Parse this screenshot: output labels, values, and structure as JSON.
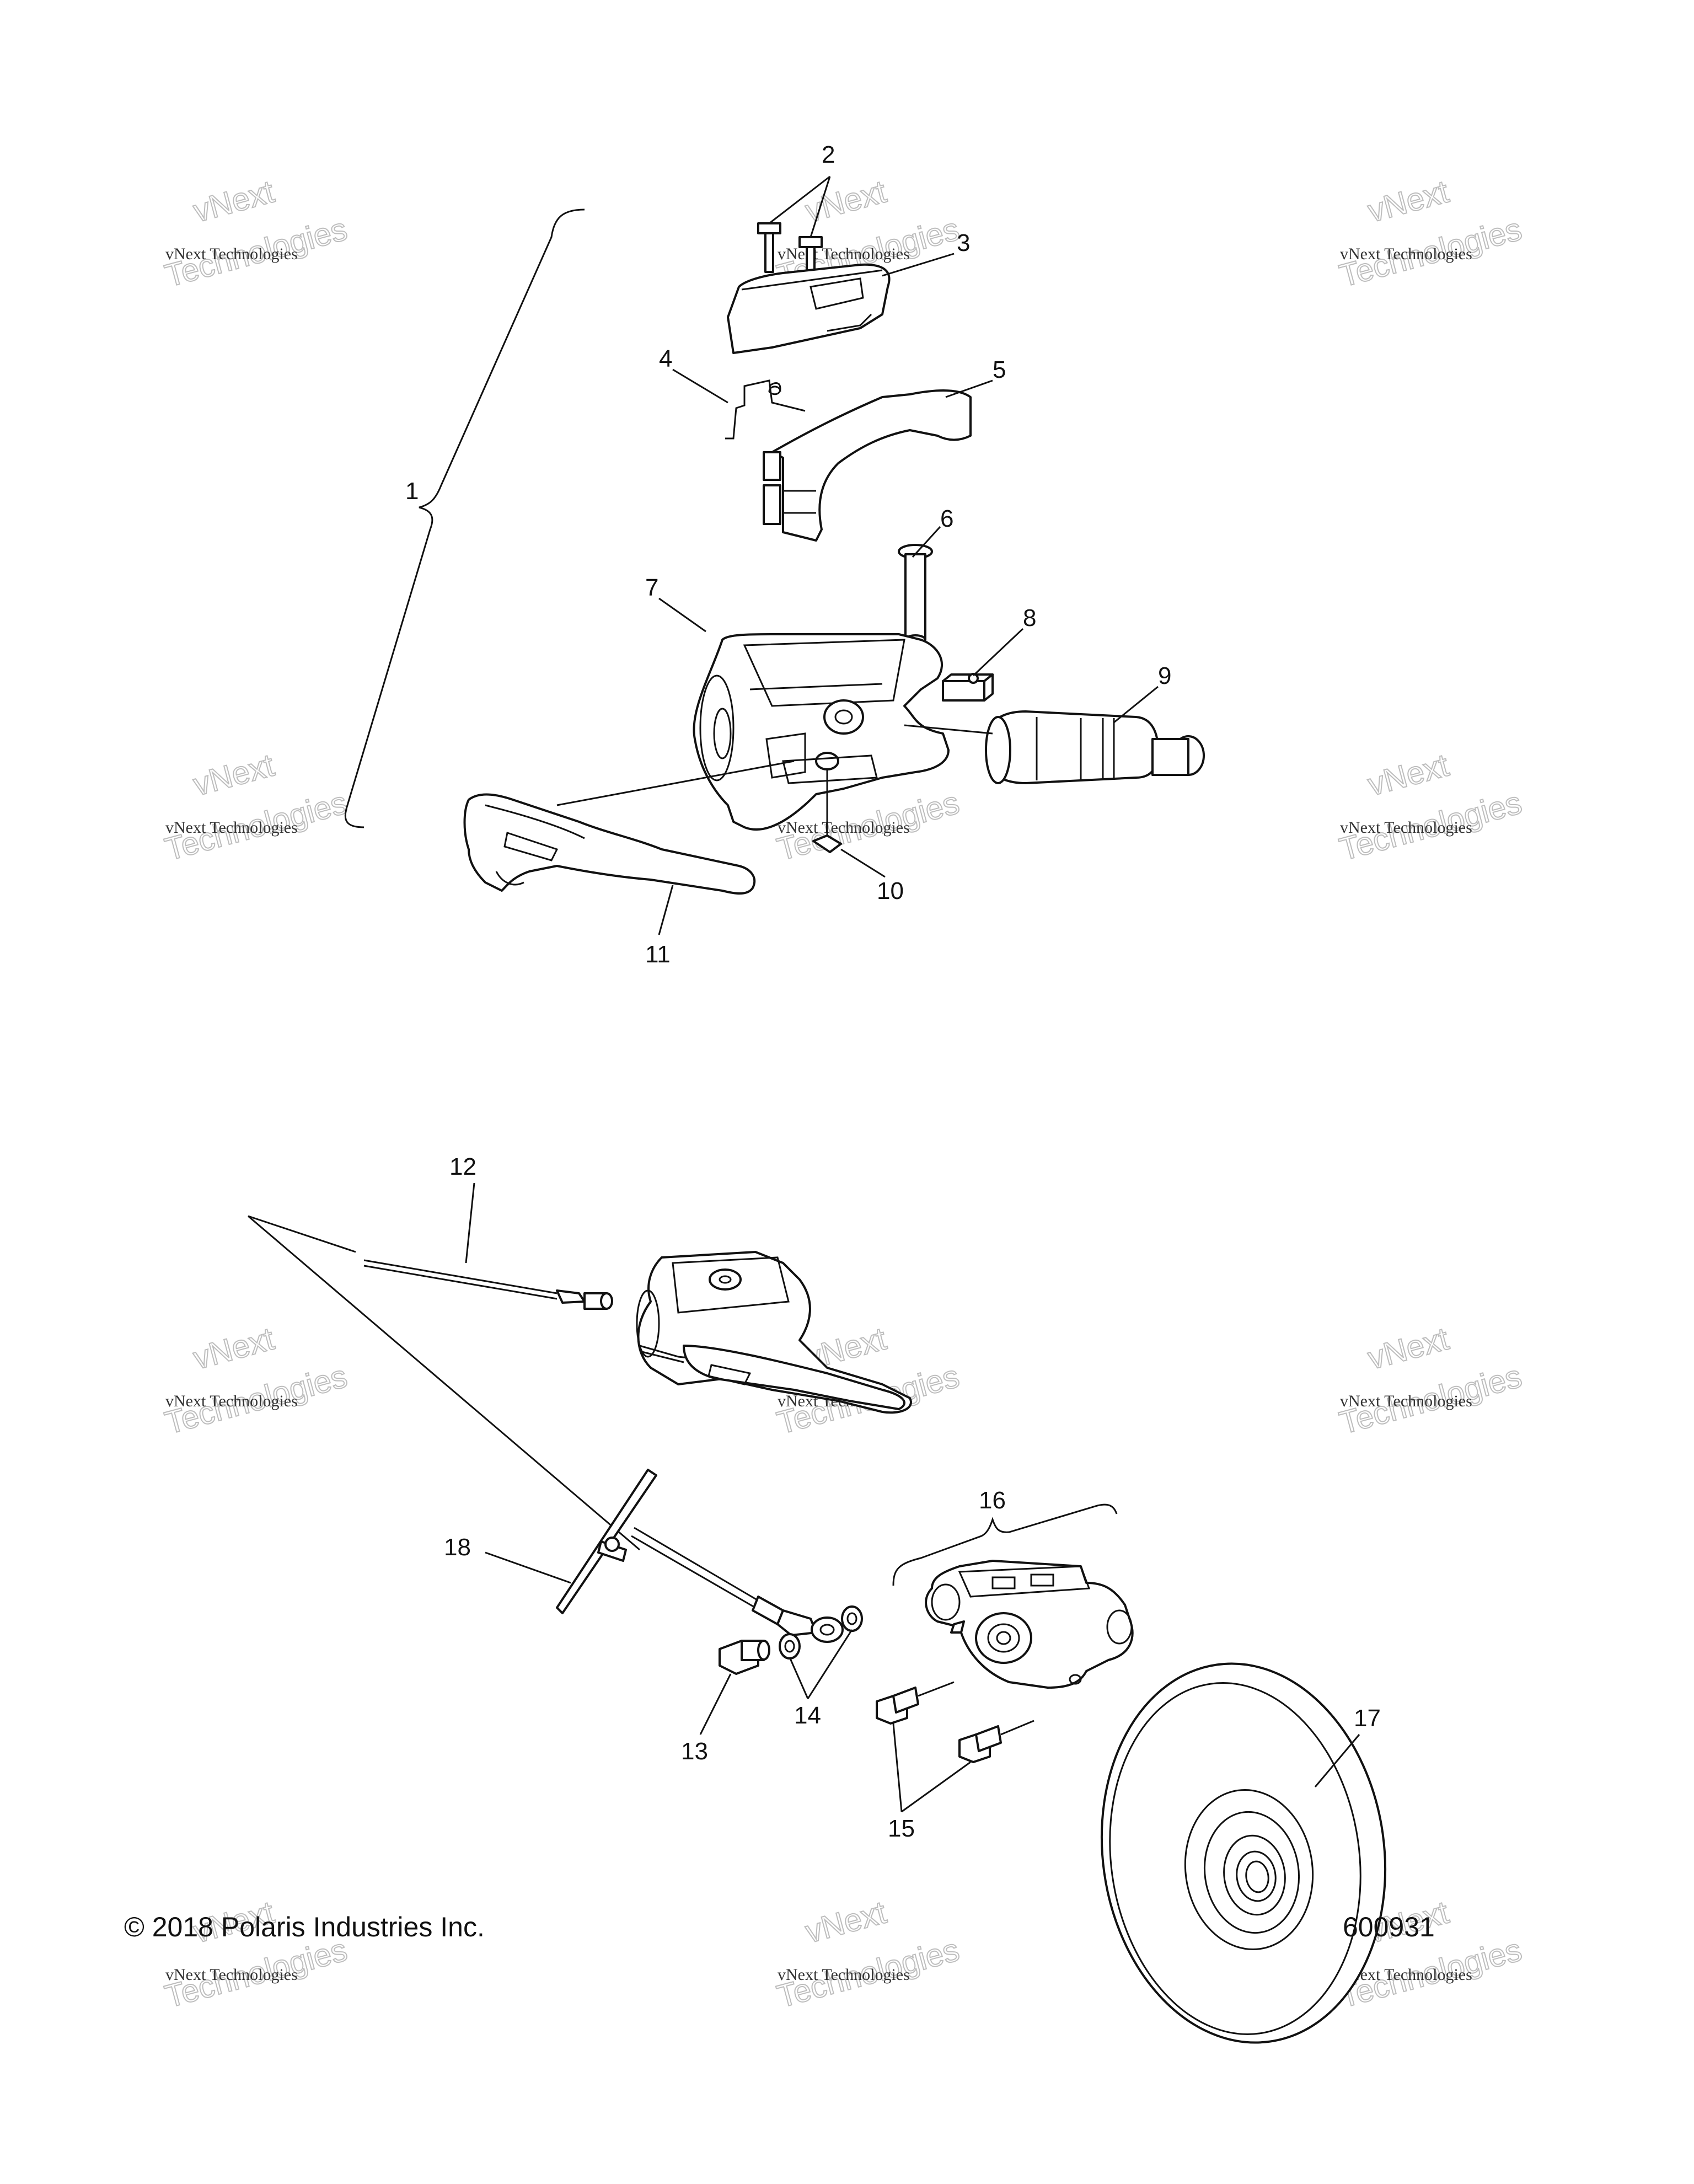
{
  "callouts": [
    "1",
    "2",
    "3",
    "4",
    "5",
    "6",
    "7",
    "8",
    "9",
    "10",
    "11",
    "12",
    "13",
    "14",
    "15",
    "16",
    "17",
    "18"
  ],
  "watermark": {
    "line1": "vNext Technologies",
    "line2": "vNext",
    "line3": "Technologies"
  },
  "footer": {
    "copyright": "© 2018 Polaris Industries Inc.",
    "drawing_number": "600931"
  }
}
